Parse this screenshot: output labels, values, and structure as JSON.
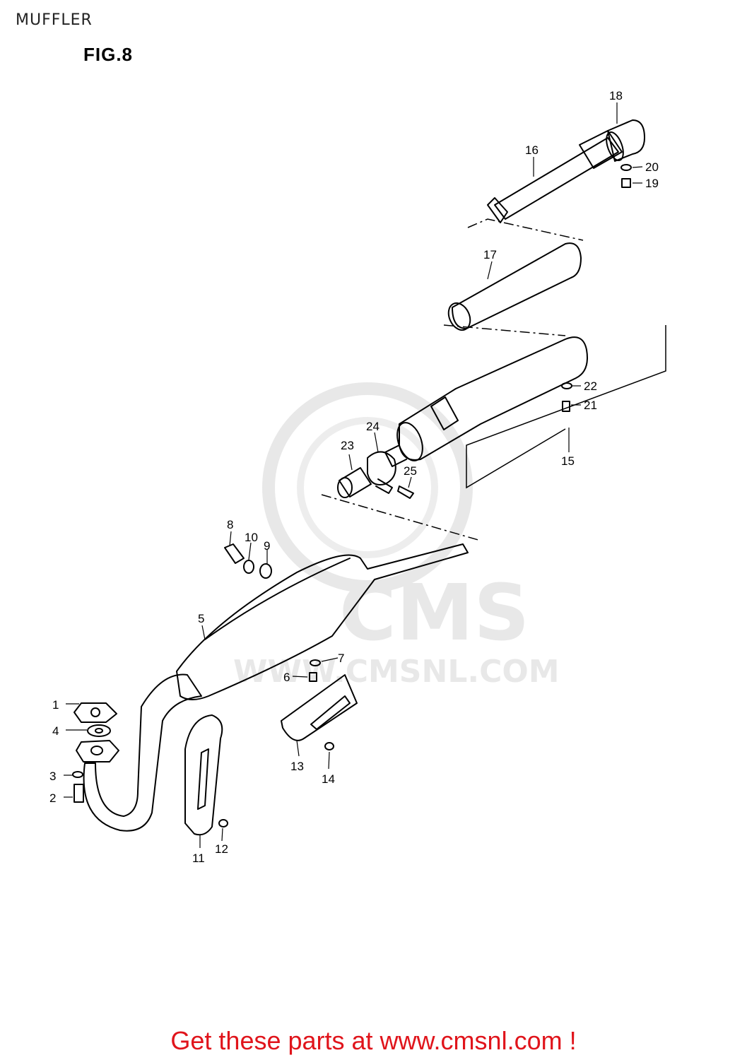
{
  "header": {
    "title": "MUFFLER",
    "figure": "FIG.8"
  },
  "watermark": {
    "brand": "CMS",
    "url": "WWW.CMSNL.COM",
    "color": "#e6e6e6"
  },
  "callouts": [
    "1",
    "2",
    "3",
    "4",
    "5",
    "6",
    "7",
    "8",
    "9",
    "10",
    "11",
    "12",
    "13",
    "14",
    "15",
    "16",
    "17",
    "18",
    "19",
    "20",
    "21",
    "22",
    "23",
    "24",
    "25"
  ],
  "footer": {
    "text": "Get these parts at www.cmsnl.com !",
    "color": "#e0141b"
  }
}
